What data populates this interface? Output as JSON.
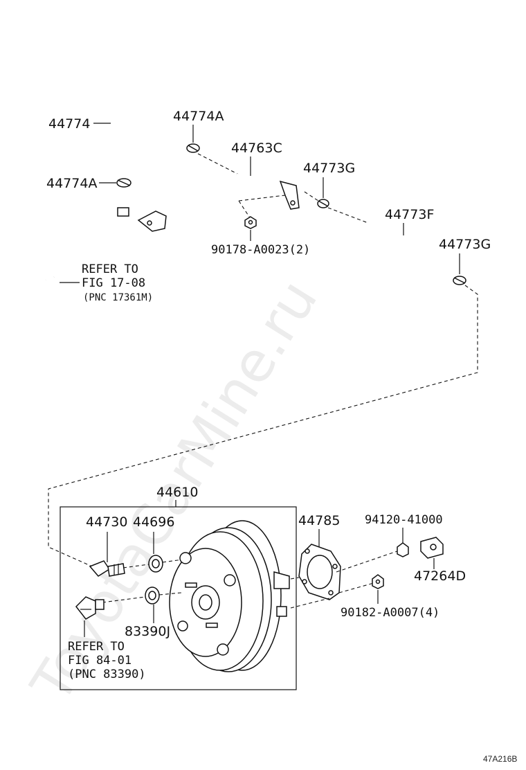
{
  "watermark": "ToyotaCarMine.ru",
  "figure_code": "47A216B",
  "labels": {
    "p44774": "44774",
    "p44774A_top": "44774A",
    "p44774A_left": "44774A",
    "p44763C": "44763C",
    "p44773G_top": "44773G",
    "p44773F": "44773F",
    "p44773G_right": "44773G",
    "p90178": "90178-A0023(2)",
    "p44610": "44610",
    "p44730": "44730",
    "p44696": "44696",
    "p44785": "44785",
    "p94120": "94120-41000",
    "p47264D": "47264D",
    "p90182": "90182-A0007(4)",
    "p83390J": "83390J"
  },
  "refs": {
    "ref1": {
      "line1": "REFER TO",
      "line2": "FIG 17-08",
      "line3": "(PNC 17361M)"
    },
    "ref2": {
      "line1": "REFER TO",
      "line2": "FIG 84-01",
      "line3": "(PNC 83390)"
    }
  }
}
